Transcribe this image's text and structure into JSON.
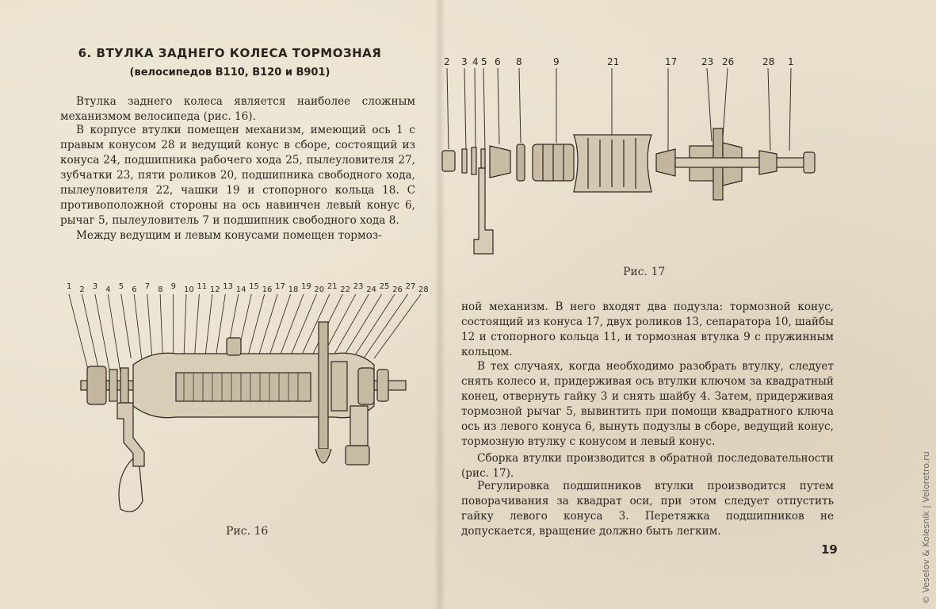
{
  "heading": {
    "title": "6. ВТУЛКА ЗАДНЕГО КОЛЕСА ТОРМОЗНАЯ",
    "subtitle": "(велосипедов В110, В120 и В901)"
  },
  "left_column": {
    "para1": "Втулка заднего колеса является наиболее сложным механизмом велосипеда (рис. 16).",
    "para2": "В корпусе втулки помещен механизм, имеющий ось 1 с правым конусом 28 и ведущий конус в сборе, состоящий из конуса 24, подшипника рабочего хода 25, пылеуловителя 27, зубчатки 23, пяти роликов 20, подшипника свободного хода, пылеуловителя 22, чашки 19 и стопорного кольца 18. С противоположной стороны на ось навинчен левый конус 6, рычаг 5, пылеуловитель 7 и подшипник свободного хода 8.",
    "para3": "Между ведущим и левым конусами помещен тормоз-"
  },
  "right_column": {
    "para1": "ной механизм. В него входят два подузла: тормозной конус, состоящий из конуса 17, двух роликов 13, сепаратора 10, шайбы 12 и стопорного кольца 11, и тормозная втулка 9 с пружинным кольцом.",
    "para2": "В тех случаях, когда необходимо разобрать втулку, следует снять колесо и, придерживая ось втулки ключом за квадратный конец, отвернуть гайку 3 и снять шайбу 4. Затем, придерживая тормозной рычаг 5, вывинтить при помощи квадратного ключа ось из левого конуса 6, вынуть подузлы в сборе, ведущий конус, тормозную втулку с конусом и левый конус.",
    "para3": "Сборка втулки производится в обратной последовательности (рис. 17).",
    "para4": "Регулировка подшипников втулки производится путем поворачивания за квадрат оси, при этом следует отпустить гайку левого конуса 3. Перетяжка подшипников не допускается, вращение должно быть легким."
  },
  "figures": {
    "fig16": {
      "caption": "Рис. 16",
      "labels": [
        "1",
        "2",
        "3",
        "4",
        "5",
        "6",
        "7",
        "8",
        "9",
        "10",
        "11",
        "12",
        "13",
        "14",
        "15",
        "16",
        "17",
        "18",
        "19",
        "20",
        "21",
        "22",
        "23",
        "24",
        "25",
        "26",
        "27",
        "28"
      ]
    },
    "fig17": {
      "caption": "Рис. 17",
      "labels": [
        "2",
        "3",
        "4",
        "5",
        "6",
        "8",
        "9",
        "21",
        "17",
        "23",
        "26",
        "28",
        "1"
      ]
    }
  },
  "page_number": "19",
  "watermark": "© Veselov & Kolesnik | Veloretro.ru"
}
